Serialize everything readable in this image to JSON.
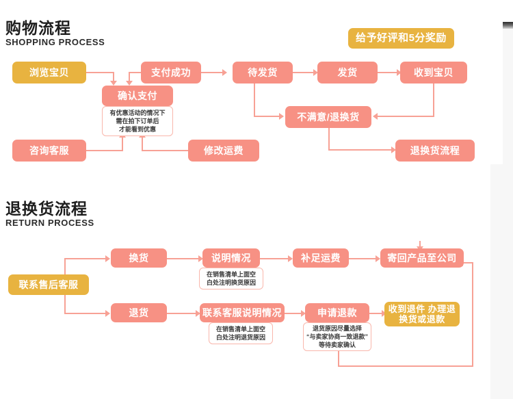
{
  "page": {
    "background": "#ffffff",
    "colors": {
      "salmon": "#f79184",
      "gold": "#e8b340",
      "line": "#f7a195",
      "note_border": "#f9b6ab",
      "heading": "#1d1d1d"
    }
  },
  "badge": {
    "label": "给予好评和5分奖励"
  },
  "sections": [
    {
      "id": "shopping",
      "title_cn": "购物流程",
      "title_en": "SHOPPING PROCESS",
      "nodes": [
        {
          "id": "browse",
          "label": "浏览宝贝",
          "style": "gold"
        },
        {
          "id": "paid",
          "label": "支付成功",
          "style": "salmon"
        },
        {
          "id": "confirm",
          "label": "确认支付",
          "style": "salmon"
        },
        {
          "id": "await",
          "label": "待发货",
          "style": "salmon"
        },
        {
          "id": "ship",
          "label": "发货",
          "style": "salmon"
        },
        {
          "id": "received",
          "label": "收到宝贝",
          "style": "salmon"
        },
        {
          "id": "unhappy",
          "label": "不满意/退换货",
          "style": "salmon"
        },
        {
          "id": "service",
          "label": "咨询客服",
          "style": "salmon"
        },
        {
          "id": "freight",
          "label": "修改运费",
          "style": "salmon"
        },
        {
          "id": "returnflow",
          "label": "退换货流程",
          "style": "salmon"
        }
      ],
      "notes": [
        {
          "id": "confirm-note",
          "text": "有优惠活动的情况下\n需在拍下订单后\n才能看到优惠"
        }
      ]
    },
    {
      "id": "return",
      "title_cn": "退换货流程",
      "title_en": "RETURN PROCESS",
      "nodes": [
        {
          "id": "contact",
          "label": "联系售后客服",
          "style": "gold"
        },
        {
          "id": "exchange",
          "label": "换货",
          "style": "salmon"
        },
        {
          "id": "explain",
          "label": "说明情况",
          "style": "salmon"
        },
        {
          "id": "payfare",
          "label": "补足运费",
          "style": "salmon"
        },
        {
          "id": "sendback",
          "label": "寄回产品至公司",
          "style": "salmon"
        },
        {
          "id": "refund",
          "label": "退货",
          "style": "salmon"
        },
        {
          "id": "explain2",
          "label": "联系客服说明情况",
          "style": "salmon"
        },
        {
          "id": "applyref",
          "label": "申请退款",
          "style": "salmon"
        },
        {
          "id": "gotitem",
          "label": "收到退件\n办理退换货或退款",
          "style": "gold"
        }
      ],
      "notes": [
        {
          "id": "explain-note",
          "text": "在销售清单上面空\n白处注明换货原因"
        },
        {
          "id": "explain2-note",
          "text": "在销售清单上面空\n白处注明退货原因"
        },
        {
          "id": "applyref-note",
          "text": "退货原因尽量选择\n“与卖家协商一致退款”\n等待卖家确认"
        }
      ]
    }
  ]
}
